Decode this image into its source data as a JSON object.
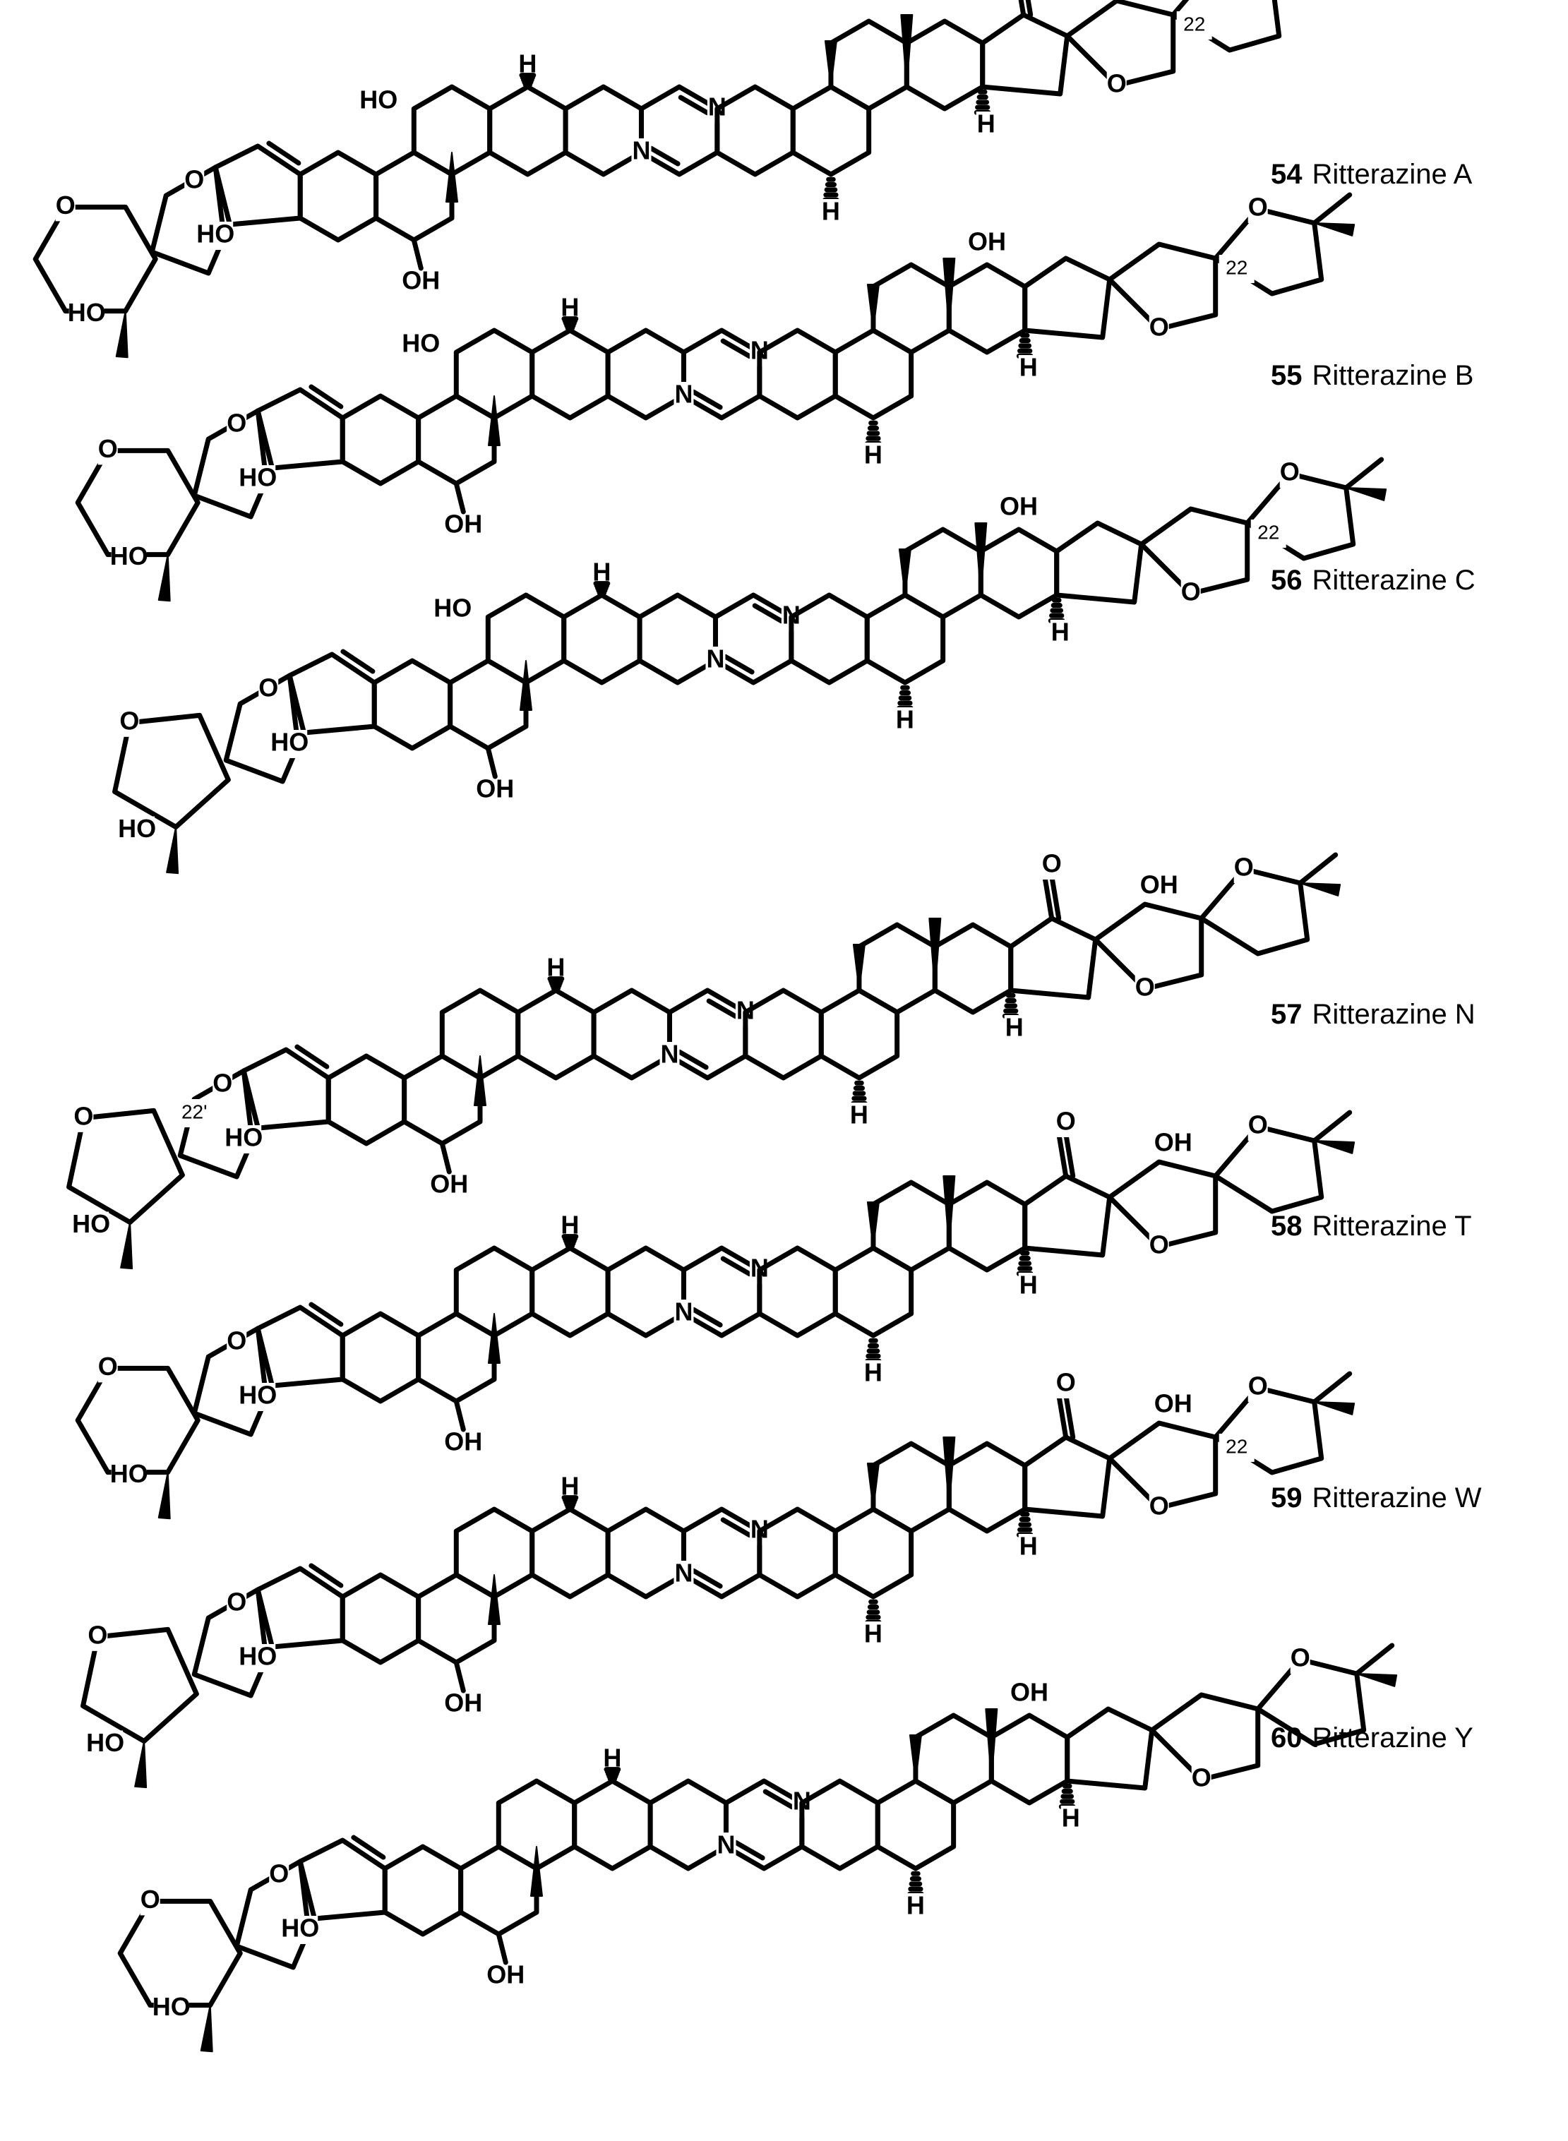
{
  "compounds": [
    {
      "number": "54",
      "name": "Ritterazine A",
      "locants": [
        "22"
      ]
    },
    {
      "number": "55",
      "name": "Ritterazine B",
      "locants": [
        "22"
      ]
    },
    {
      "number": "56",
      "name": "Ritterazine C",
      "locants": [
        "22"
      ]
    },
    {
      "number": "57",
      "name": "Ritterazine N",
      "locants": [
        "22'"
      ]
    },
    {
      "number": "58",
      "name": "Ritterazine T",
      "locants": []
    },
    {
      "number": "59",
      "name": "Ritterazine W",
      "locants": [
        "22"
      ]
    },
    {
      "number": "60",
      "name": "Ritterazine Y",
      "locants": []
    }
  ],
  "atom_labels": {
    "n": "N",
    "o": "O",
    "h": "H",
    "oh": "OH",
    "ho": "HO"
  }
}
